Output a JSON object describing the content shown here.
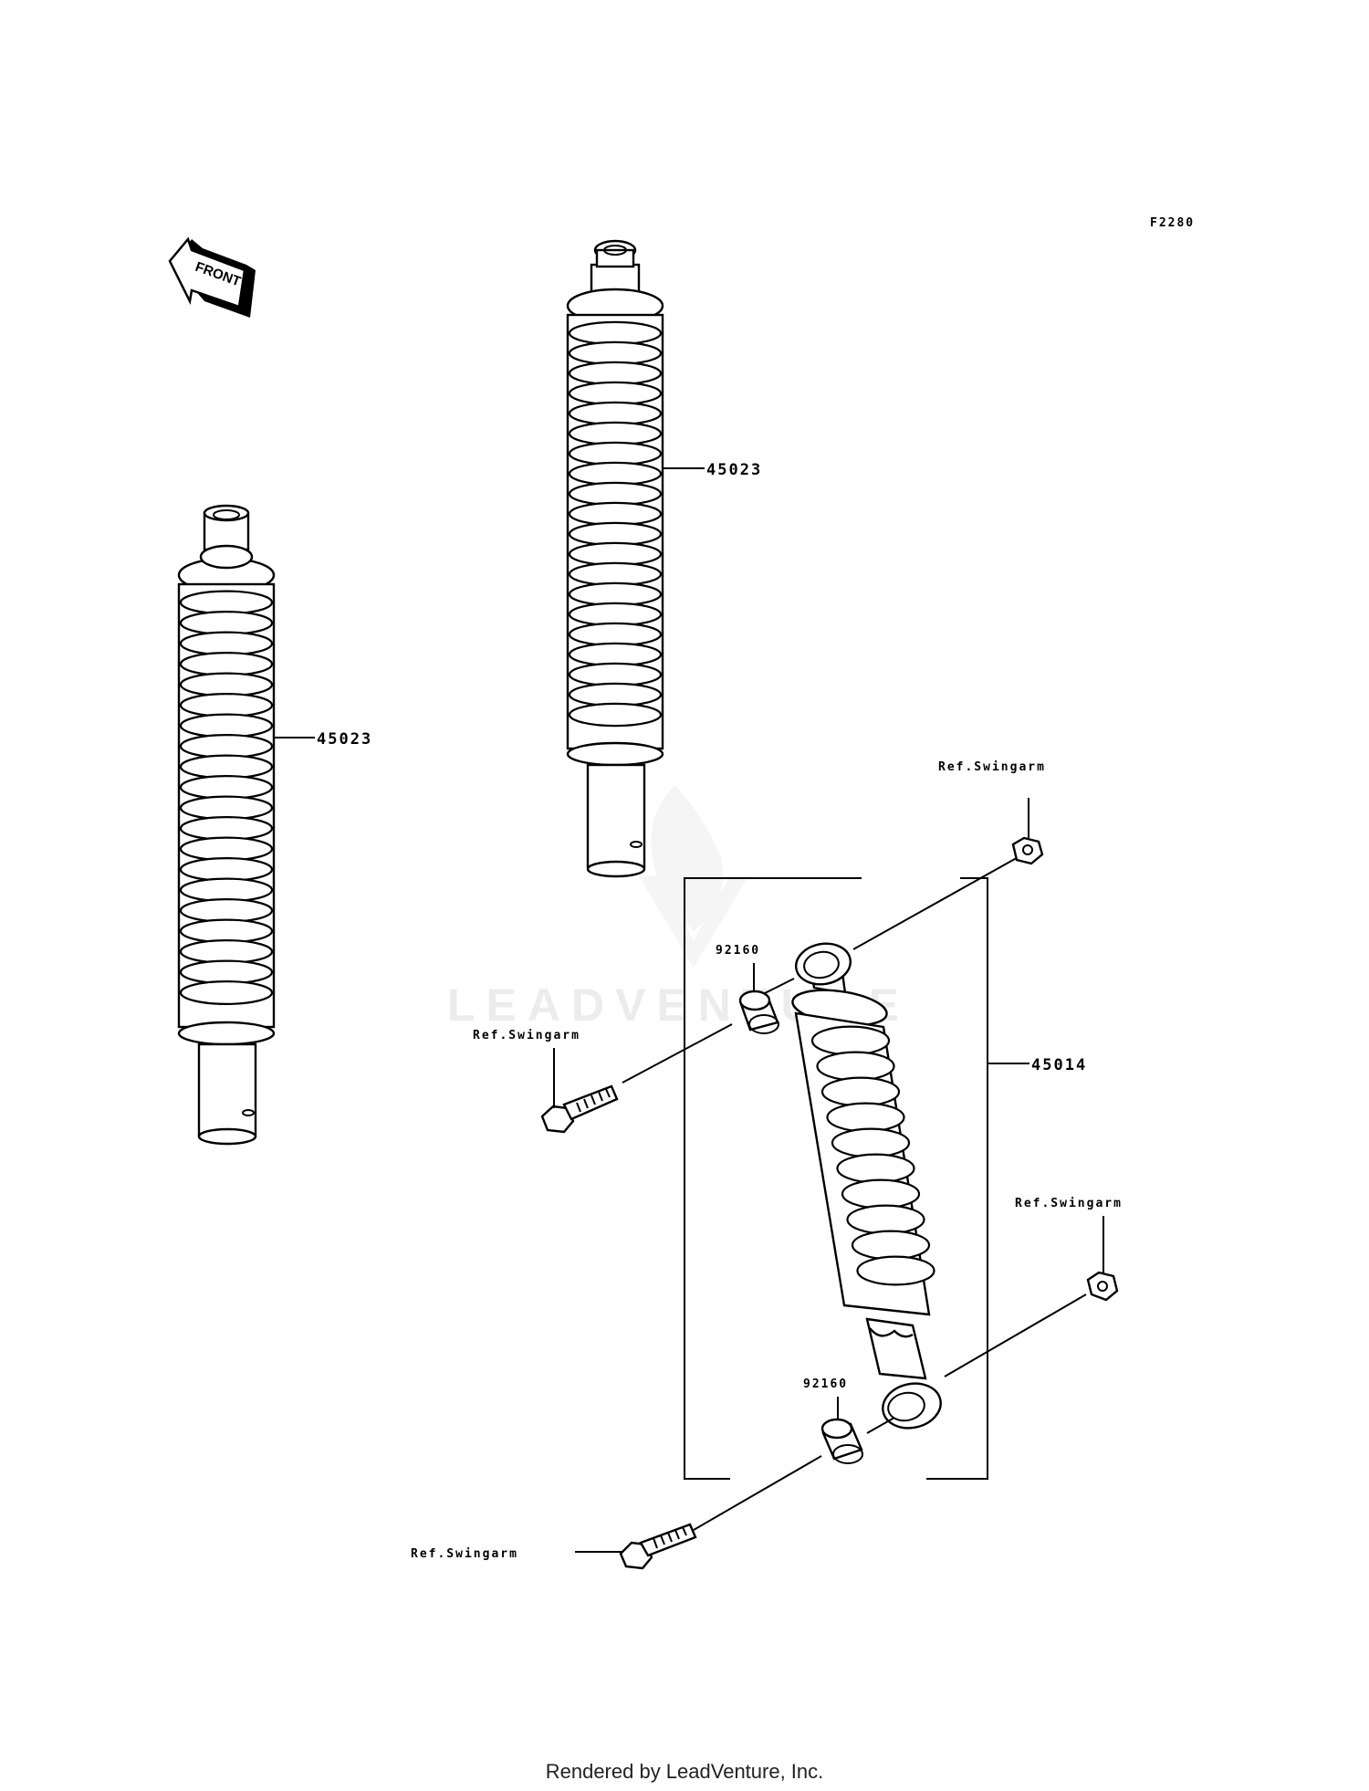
{
  "diagram_code": "F2280",
  "front_label": "FRONT",
  "callouts": {
    "left_shock": "45023",
    "center_shock": "45023",
    "shock_assembly": "45014",
    "bushing_upper": "92160",
    "bushing_lower": "92160",
    "ref_upper_nut": "Ref.Swingarm",
    "ref_upper_bolt": "Ref.Swingarm",
    "ref_lower_nut": "Ref.Swingarm",
    "ref_lower_bolt": "Ref.Swingarm"
  },
  "watermark": "LEADVENTURE",
  "footer": "Rendered by LeadVenture, Inc."
}
